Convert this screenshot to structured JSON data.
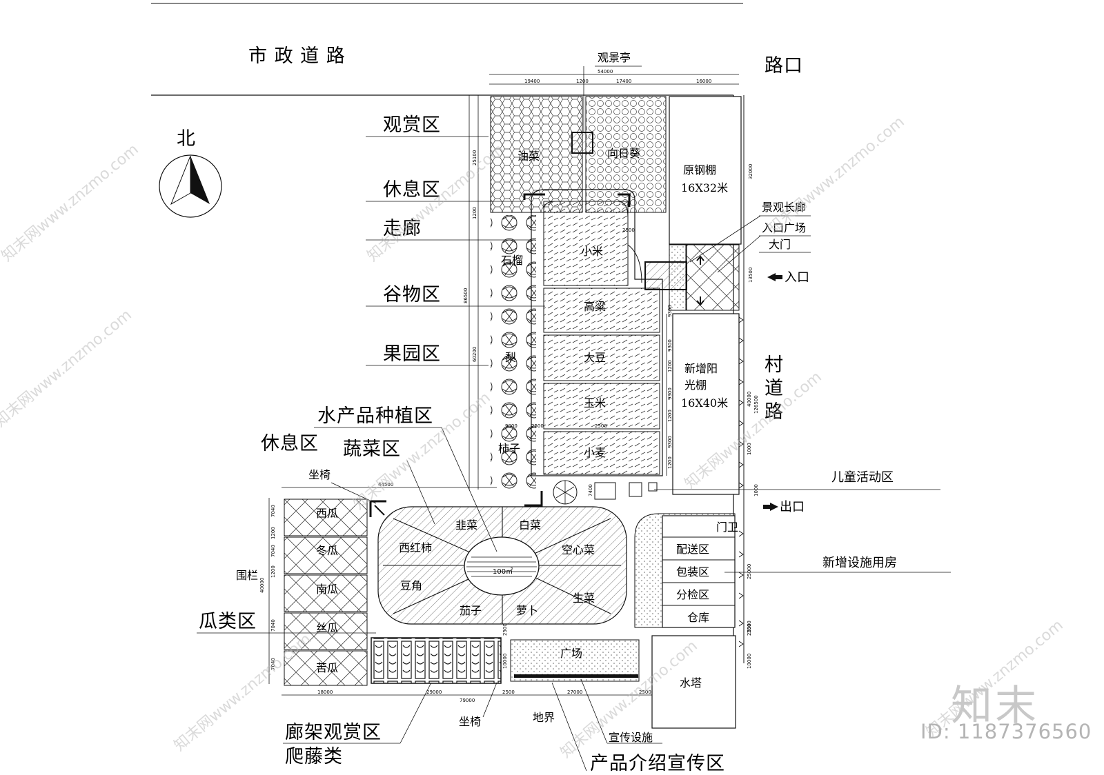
{
  "titles": {
    "road_top": "市 政 道 路",
    "road_corner": "路口",
    "north": "北",
    "village_road_1": "村",
    "village_road_2": "道",
    "village_road_3": "路",
    "entrance": "入口",
    "exit": "出口",
    "boundary": "地界"
  },
  "zones": {
    "ornamental": "观赏区",
    "rest1": "休息区",
    "corridor": "走廊",
    "grain": "谷物区",
    "orchard": "果园区",
    "aquatic": "水产品种植区",
    "rest2": "休息区",
    "vegetable": "蔬菜区",
    "melon": "瓜类区",
    "trellis_1": "廊架观赏区",
    "trellis_2": "爬藤类",
    "product_promo": "产品介绍宣传区",
    "kids": "儿童活动区",
    "facility": "新增设施用房"
  },
  "callouts": {
    "pavilion": "观景亭",
    "gallery": "景观长廊",
    "entry_plaza": "入口广场",
    "gate": "大门",
    "bench1": "坐椅",
    "fence": "围栏",
    "bench2": "坐椅",
    "promo_facility": "宣传设施"
  },
  "plots": {
    "rapeseed": "油菜",
    "sunflower": "向日葵",
    "steel_shed_1": "原钢棚",
    "steel_shed_2": "16X32米",
    "millet": "小米",
    "sorghum": "高粱",
    "soybean": "大豆",
    "corn": "玉米",
    "wheat": "小麦",
    "pomegranate": "石榴",
    "pear": "梨",
    "persimmon": "柿子",
    "sun_shed_1": "新增阳",
    "sun_shed_2": "光棚",
    "sun_shed_3": "16X40米",
    "watermelon": "西瓜",
    "wax_gourd": "冬瓜",
    "pumpkin": "南瓜",
    "loofah": "丝瓜",
    "bitter_gourd": "苦瓜",
    "chives": "韭菜",
    "cabbage": "白菜",
    "tomato": "西红柿",
    "water_spinach": "空心菜",
    "cowpea": "豆角",
    "lettuce": "生菜",
    "eggplant": "茄子",
    "radish": "萝卜",
    "pond": "100㎡",
    "plaza": "广场",
    "guard": "门卫",
    "delivery": "配送区",
    "packing": "包装区",
    "sorting": "分检区",
    "storage": "仓库",
    "water_tower": "水塔"
  },
  "dims": {
    "d54000": "54000",
    "d19400": "19400",
    "d1200": "1200",
    "d17400": "17400",
    "d16000": "16000",
    "d25100": "25100",
    "d1200b": "1200",
    "d86500": "86500",
    "d60200": "60200",
    "d9000": "9000",
    "d2500": "2500",
    "d2500b": "2500",
    "d2500c": "2500",
    "d32000": "32000",
    "d13500": "13500",
    "d9300a": "9300",
    "d9300b": "9300",
    "d9300c": "9300",
    "d9300d": "9300",
    "d1200c": "1200",
    "d1200d": "1200",
    "d1200e": "1200",
    "d40000v": "40000",
    "d126500": "126500",
    "d1000a": "1000",
    "d1000b": "1000",
    "d25000": "25000",
    "d10000a": "10000",
    "d2500d": "2500",
    "d7400": "7400",
    "d44500": "44500",
    "d7040a": "7040",
    "d1200f": "1200",
    "d7040b": "7040",
    "d1200g": "1200",
    "d40000": "40000",
    "d7040c": "7040",
    "d7040d": "7040",
    "d10000b": "10000",
    "d2500e": "2500",
    "d18000": "18000",
    "d29000": "29000",
    "d2500f": "2500",
    "d27000": "27000",
    "d2500g": "2500",
    "d79000": "79000",
    "d2500h": "2500"
  },
  "watermark": {
    "site": "知末网www.znzmo.com",
    "brand": "知末",
    "id": "ID: 1187376560"
  },
  "colors": {
    "line": "#111111",
    "watermark": "#bcbcbc"
  }
}
